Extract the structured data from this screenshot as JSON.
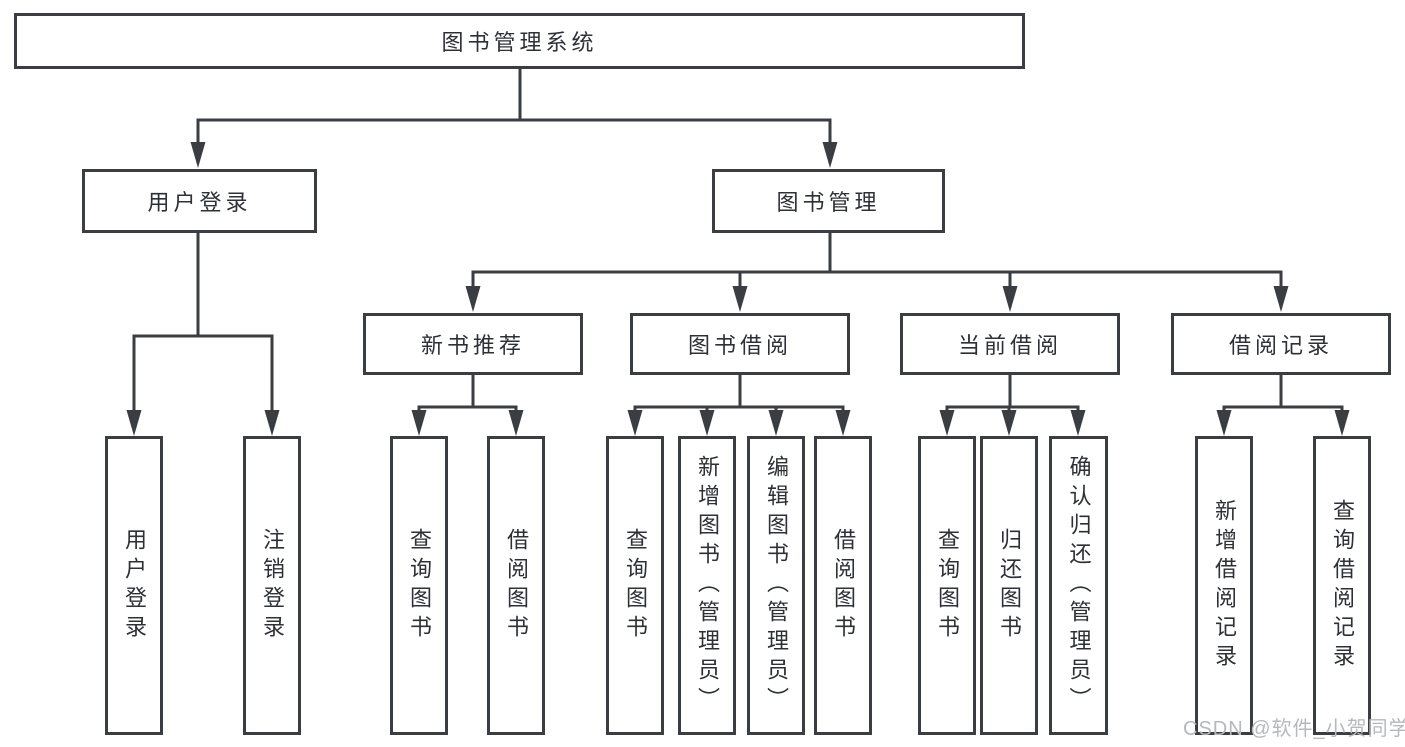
{
  "diagram": {
    "title": "图书管理系统",
    "type": "hierarchy-tree"
  },
  "nodes": {
    "root": {
      "label": "图书管理系统"
    },
    "user_login": {
      "label": "用户登录"
    },
    "book_management": {
      "label": "图书管理"
    },
    "new_book_recommend": {
      "label": "新书推荐"
    },
    "book_borrow": {
      "label": "图书借阅"
    },
    "current_borrow": {
      "label": "当前借阅"
    },
    "borrow_records": {
      "label": "借阅记录"
    },
    "leaf_user_login": {
      "label": "用户登录"
    },
    "leaf_logout": {
      "label": "注销登录"
    },
    "rec_query_books": {
      "label": "查询图书"
    },
    "rec_borrow_books": {
      "label": "借阅图书"
    },
    "bb_query_books": {
      "label": "查询图书"
    },
    "bb_add_books_admin": {
      "label": "新增图书（管理员）"
    },
    "bb_edit_books_admin": {
      "label": "编辑图书（管理员）"
    },
    "bb_borrow_books": {
      "label": "借阅图书"
    },
    "cb_query_books": {
      "label": "查询图书"
    },
    "cb_return_books": {
      "label": "归还图书"
    },
    "cb_confirm_return_admin": {
      "label": "确认归还（管理员）"
    },
    "br_add_record": {
      "label": "新增借阅记录"
    },
    "br_query_record": {
      "label": "查询借阅记录"
    }
  },
  "hierarchy": {
    "图书管理系统": [
      "用户登录",
      "图书管理"
    ],
    "用户登录": [
      "用户登录",
      "注销登录"
    ],
    "图书管理": [
      "新书推荐",
      "图书借阅",
      "当前借阅",
      "借阅记录"
    ],
    "新书推荐": [
      "查询图书",
      "借阅图书"
    ],
    "图书借阅": [
      "查询图书",
      "新增图书（管理员）",
      "编辑图书（管理员）",
      "借阅图书"
    ],
    "当前借阅": [
      "查询图书",
      "归还图书",
      "确认归还（管理员）"
    ],
    "借阅记录": [
      "新增借阅记录",
      "查询借阅记录"
    ]
  },
  "watermark": {
    "text": "CSDN @软件_小贺同学"
  },
  "colors": {
    "line": "#3a3d42",
    "text": "#2d3036",
    "watermark": "#b5b8bd",
    "background": "#ffffff"
  }
}
